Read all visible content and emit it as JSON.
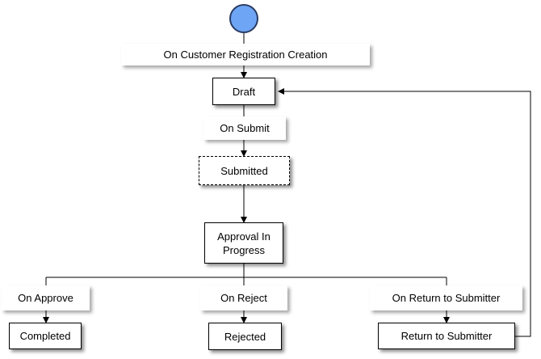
{
  "diagram": {
    "start": {
      "label": ""
    },
    "transitions": {
      "on_creation": "On Customer Registration Creation",
      "on_submit": "On Submit",
      "on_approve": "On Approve",
      "on_reject": "On Reject",
      "on_return": "On Return to Submitter"
    },
    "states": {
      "draft": "Draft",
      "submitted": "Submitted",
      "approval": "Approval In Progress",
      "completed": "Completed",
      "rejected": "Rejected",
      "return": "Return to Submitter"
    },
    "colors": {
      "start_fill": "#6ea6f5",
      "start_stroke": "#2a3b63",
      "line": "#000000"
    }
  }
}
